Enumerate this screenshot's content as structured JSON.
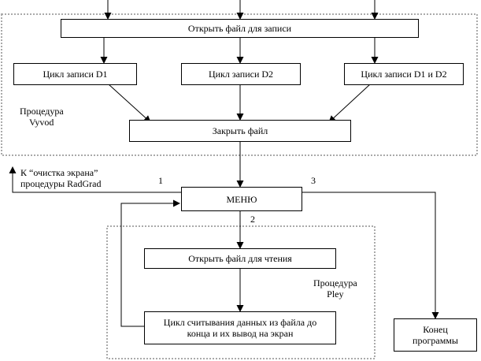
{
  "boxes": {
    "open_write": "Открыть файл для записи",
    "loop_d1": "Цикл записи D1",
    "loop_d2": "Цикл записи D2",
    "loop_d1_d2": "Цикл записи D1 и D2",
    "close_file": "Закрыть файл",
    "menu": "МЕНЮ",
    "open_read": "Открыть файл для чтения",
    "read_loop_line1": "Цикл считывания данных из файла до",
    "read_loop_line2": "конца и их вывод на экран",
    "end_line1": "Конец",
    "end_line2": "программы"
  },
  "labels": {
    "vyvod_line1": "Процедура",
    "vyvod_line2": "Vyvod",
    "clear_line1": "К “очистка экрана”",
    "clear_line2": "процедуры RadGrad",
    "branch_1": "1",
    "branch_2": "2",
    "branch_3": "3",
    "pley_line1": "Процедура",
    "pley_line2": "Pley"
  }
}
